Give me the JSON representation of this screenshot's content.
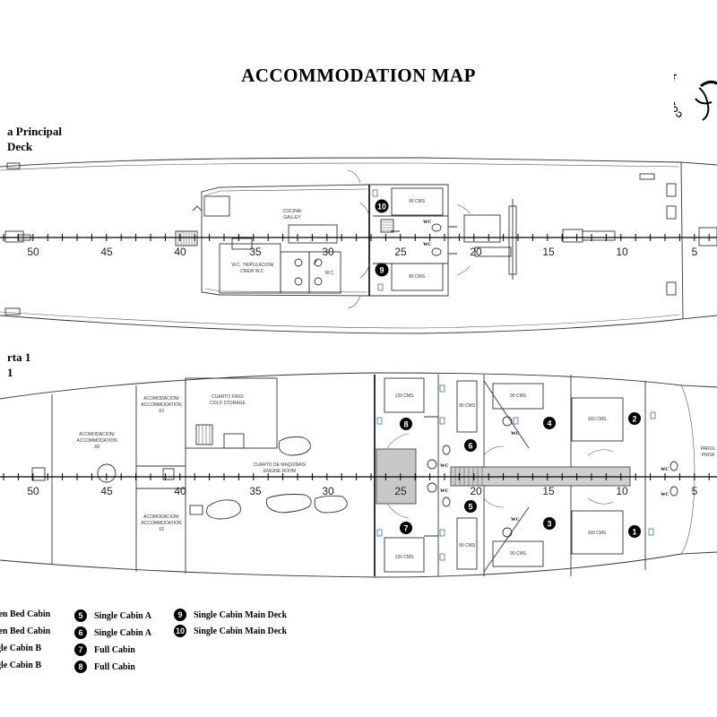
{
  "title": "ACCOMMODATION MAP",
  "logo": {
    "text": "COLOMBIA",
    "icon": "anchor-logo-icon"
  },
  "main_deck": {
    "label_es": "a Principal",
    "label_en": "Deck",
    "rooms": {
      "galley": "COCINA/\nGALLEY",
      "crew_wc": "W.C. TRIPULACION/\nCREW W.C.",
      "wc_small": "W.C.",
      "cabin_size": "90 CMS",
      "wc": "WC"
    },
    "cabins": [
      "10",
      "9"
    ],
    "scale": [
      "50",
      "45",
      "40",
      "35",
      "30",
      "25",
      "20",
      "15",
      "10",
      "5"
    ]
  },
  "lower_deck": {
    "label_es": "rta 1",
    "label_en": "1",
    "rooms": {
      "accom_x8": "ACOMODACION/\nACCOMMODATION\nX8",
      "accom_x2": "ACOMODACION/\nACCOMMODATION\nX2",
      "cold_storage": "CUARTO FRIO/\nCOLD STORAGE",
      "engine_room": "CUARTO DE MAQUINAS/\nENGINE ROOM",
      "bow": "PAROL\nPROA",
      "cms_120": "120 CMS",
      "cms_160": "160 CMS",
      "cms_90": "90 CMS",
      "wc": "WC"
    },
    "cabins": [
      "8",
      "7",
      "6",
      "5",
      "4",
      "3",
      "2",
      "1"
    ],
    "scale": [
      "50",
      "45",
      "40",
      "35",
      "30",
      "25",
      "20",
      "15",
      "10",
      "5"
    ]
  },
  "legend": [
    {
      "num": "",
      "label": "een Bed Cabin"
    },
    {
      "num": "",
      "label": "een Bed Cabin"
    },
    {
      "num": "",
      "label": "gle Cabin B"
    },
    {
      "num": "",
      "label": "gle Cabin B"
    },
    {
      "num": "5",
      "label": "Single Cabin A"
    },
    {
      "num": "6",
      "label": "Single Cabin A"
    },
    {
      "num": "7",
      "label": "Full Cabin"
    },
    {
      "num": "8",
      "label": "Full Cabin"
    },
    {
      "num": "9",
      "label": "Single Cabin Main Deck"
    },
    {
      "num": "10",
      "label": "Single Cabin Main Deck"
    }
  ]
}
